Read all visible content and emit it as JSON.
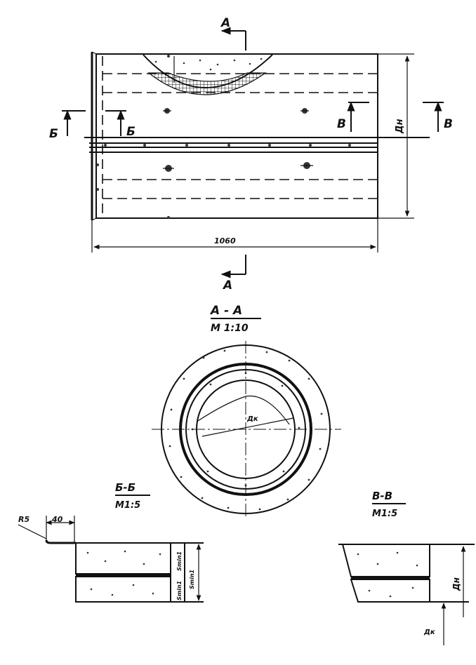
{
  "section_marks": {
    "a_top": "А",
    "a_bottom": "А",
    "b_left": "Б",
    "b_mid": "Б",
    "v_mid": "В",
    "v_right": "В"
  },
  "front_view": {
    "length_dim": "1060",
    "outer_diameter_dim": "Дн"
  },
  "section_aa": {
    "title": "А - А",
    "scale": "М 1:10",
    "inner_diameter": "Дк"
  },
  "section_bb": {
    "title": "Б-Б",
    "scale": "М1:5",
    "radius": "R5",
    "width_dim": "40",
    "thickness_1": "Smin1",
    "thickness_2": "Smin1"
  },
  "section_vv": {
    "title": "В-В",
    "scale": "М1:5",
    "outer_diameter": "Дн",
    "inner_diameter": "Дк"
  }
}
